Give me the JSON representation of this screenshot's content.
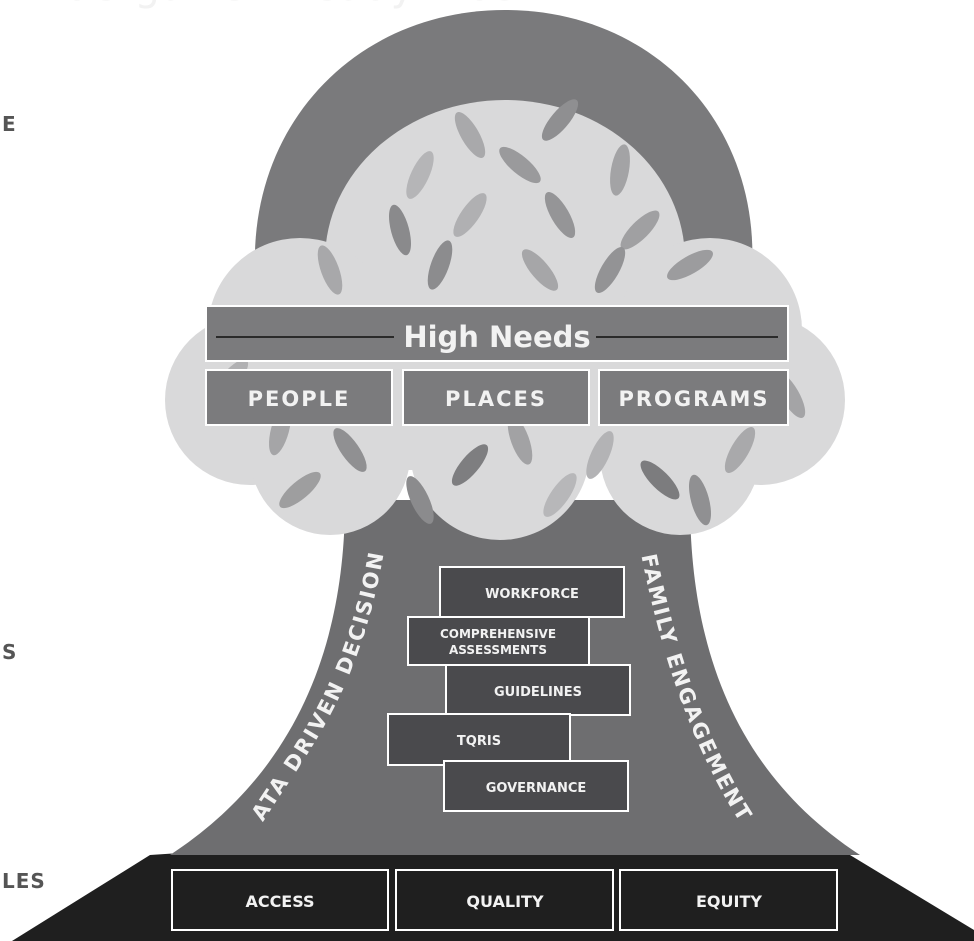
{
  "side_labels": {
    "top": "E",
    "middle": "S",
    "bottom": "LES"
  },
  "canopy": {
    "title": "Kindergarten Ready Kids"
  },
  "high_needs": {
    "heading": "High Needs",
    "pillars": [
      "PEOPLE",
      "PLACES",
      "PROGRAMS"
    ]
  },
  "trunk": {
    "left_label": "DATA DRIVEN DECISIONS",
    "right_label": "FAMILY ENGAGEMENT",
    "blocks": {
      "workforce": "WORKFORCE",
      "assessments_line1": "COMPREHENSIVE",
      "assessments_line2": "ASSESSMENTS",
      "guidelines": "GUIDELINES",
      "tqris": "TQRIS",
      "governance": "GOVERNANCE"
    }
  },
  "foundation": {
    "items": [
      "ACCESS",
      "QUALITY",
      "EQUITY"
    ]
  },
  "colors": {
    "dark": "#1f1f1f",
    "trunk": "#6e6e70",
    "canopy_outer": "#7a7a7c",
    "canopy_light": "#d9d9da",
    "box_fill": "#7b7b7d",
    "block_fill": "#4a4a4d",
    "text_light": "#f2f2f2"
  }
}
